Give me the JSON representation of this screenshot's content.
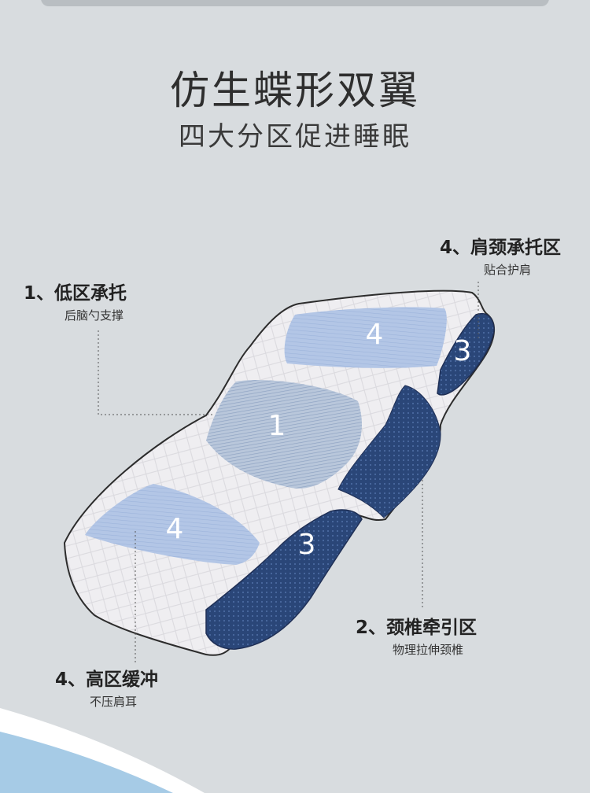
{
  "title": "仿生蝶形双翼",
  "subtitle": "四大分区促进睡眠",
  "zones": {
    "low_support": {
      "label": "1、低区承托",
      "sub": "后脑勺支撑",
      "number": "1"
    },
    "shoulder_neck": {
      "label": "4、肩颈承托区",
      "sub": "贴合护肩",
      "number": "4"
    },
    "cervical_traction": {
      "label": "2、颈椎牵引区",
      "sub": "物理拉伸颈椎"
    },
    "high_buffer": {
      "label": "4、高区缓冲",
      "sub": "不压肩耳",
      "number": "4"
    },
    "side_number": "3"
  },
  "colors": {
    "background": "#d8dcdf",
    "pillow": "#eeedf0",
    "zone_light_blue": "#a9bfe0",
    "zone_dark_blue": "#27447a",
    "accent_wave": "#a6cbe6"
  }
}
